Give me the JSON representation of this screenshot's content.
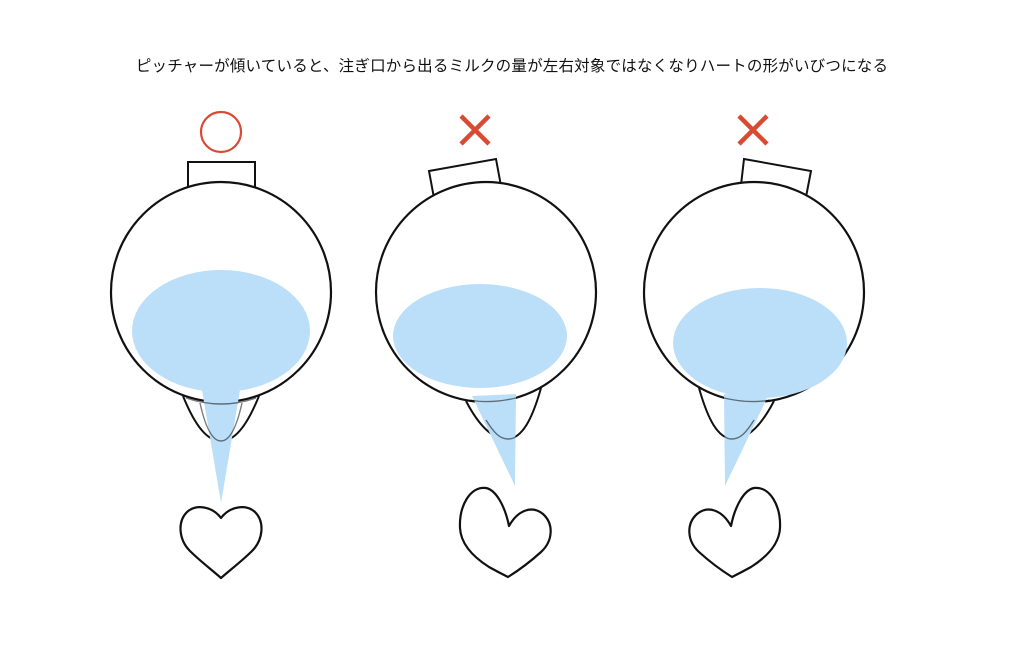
{
  "caption": "ピッチャーが傾いていると、注ぎ口から出るミルクの量が左右対象ではなくなりハートの形がいびつになる",
  "colors": {
    "stroke": "#111111",
    "milk": "#bbdff9",
    "good_mark": "#d94a33",
    "bad_mark": "#d94a33"
  },
  "panels": [
    {
      "id": "upright",
      "mark": "circle",
      "mark_meaning": "correct",
      "tilt": "none",
      "heart": "symmetric"
    },
    {
      "id": "tilted-right",
      "mark": "cross",
      "mark_meaning": "incorrect",
      "tilt": "right",
      "heart": "distorted-left-lobe-large"
    },
    {
      "id": "tilted-left",
      "mark": "cross",
      "mark_meaning": "incorrect",
      "tilt": "left",
      "heart": "distorted-right-lobe-large"
    }
  ]
}
